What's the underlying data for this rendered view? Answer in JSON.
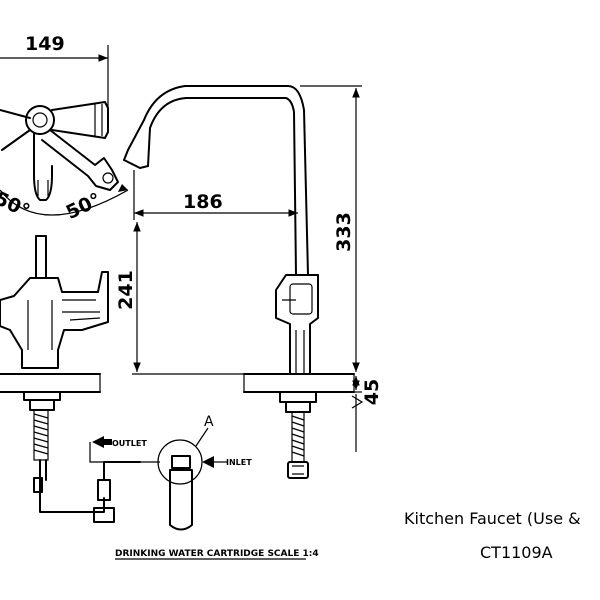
{
  "dimensions": {
    "d149": "149",
    "d186": "186",
    "d241": "241",
    "d333": "333",
    "d45": "45",
    "angle_left": "50°",
    "angle_right": "50°"
  },
  "callouts": {
    "detail_a": "A",
    "outlet": "OUTLET",
    "inlet": "INLET"
  },
  "caption": {
    "cartridge": "DRINKING WATER CARTRIDGE SCALE 1:4"
  },
  "title_block": {
    "line1": "Kitchen Faucet (Use &",
    "line2": "CT1109A"
  }
}
